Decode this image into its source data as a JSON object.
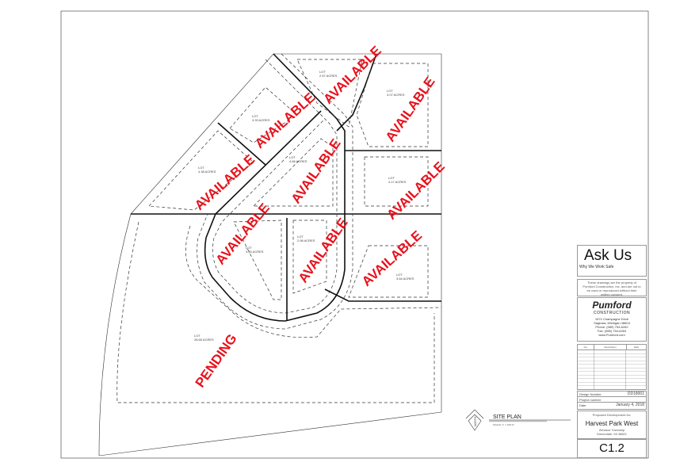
{
  "lots": [
    {
      "label": "LOT",
      "acres": "2.67 ACRES",
      "status": "AVAILABLE"
    },
    {
      "label": "LOT",
      "acres": "3.07 ACRES",
      "status": "AVAILABLE"
    },
    {
      "label": "LOT",
      "acres": "3.33 ACRES",
      "status": "AVAILABLE"
    },
    {
      "label": "LOT",
      "acres": "4.38 ACRES",
      "status": "AVAILABLE"
    },
    {
      "label": "LOT",
      "acres": "4.66 ACRES",
      "status": "AVAILABLE"
    },
    {
      "label": "LOT",
      "acres": "4.17 ACRES",
      "status": "AVAILABLE"
    },
    {
      "label": "LOT",
      "acres": "3.80 ACRES",
      "status": "AVAILABLE"
    },
    {
      "label": "LOT",
      "acres": "2.96 ACRES",
      "status": "AVAILABLE"
    },
    {
      "label": "LOT",
      "acres": "3.64 ACRES",
      "status": "AVAILABLE"
    },
    {
      "label": "LOT",
      "acres": "28.65 ACRES",
      "status": "PENDING"
    }
  ],
  "colors": {
    "status": "#e8121c",
    "lines": "#333333"
  },
  "sheet": {
    "title": "SITE PLAN",
    "scale": "SCALE: 1\" = 100'-0\"",
    "north": "NORTH"
  },
  "title_block": {
    "ask": "Ask Us",
    "ask_sub": "Why We Work Safe",
    "notice": "These drawings are the property of Pumford Construction, Inc. and are not to be used or reproduced without their written consent.",
    "company_logo": "Pumford",
    "company_sub": "CONSTRUCTION",
    "address": [
      "1674 Champagne Drive",
      "Saginaw, Michigan 48604",
      "Phone: (989) 754-6262",
      "Fax: (989) 754-6263",
      "www.Pumford.com"
    ],
    "revision_headers": [
      "No.",
      "Description",
      "Date"
    ],
    "design_number_label": "Design Number",
    "design_number": "DD18001",
    "project_number_label": "Project number",
    "date_label": "Date",
    "date": "January 4, 2018",
    "proposed_label": "Proposed Development for:",
    "project_name": "Harvest Park West",
    "location": [
      "Windsor Township",
      "Dimondale, MI 48821"
    ],
    "sheet_number": "C1.2"
  }
}
